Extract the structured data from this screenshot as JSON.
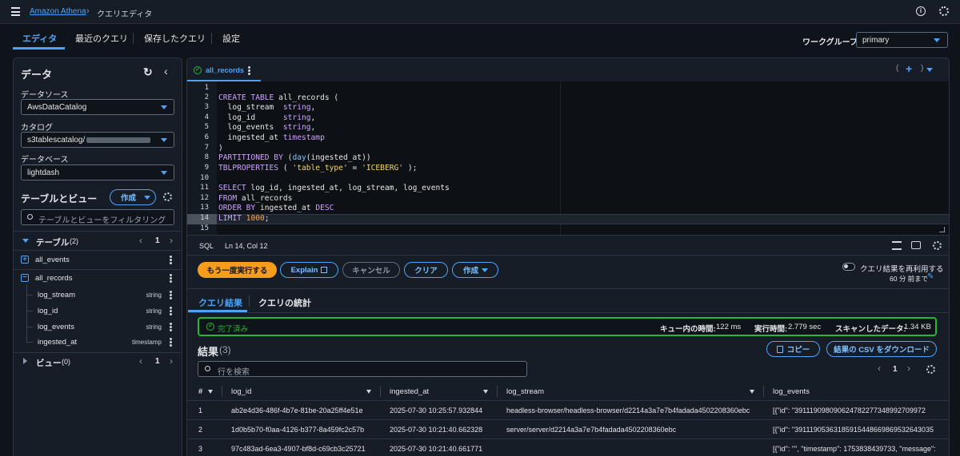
{
  "breadcrumb": {
    "service": "Amazon Athena",
    "page": "クエリエディタ"
  },
  "tabs": [
    "エディタ",
    "最近のクエリ",
    "保存したクエリ",
    "設定"
  ],
  "workgroup": {
    "label": "ワークグループ",
    "value": "primary"
  },
  "data_panel": {
    "title": "データ",
    "datasource_label": "データソース",
    "datasource": "AwsDataCatalog",
    "catalog_label": "カタログ",
    "catalog": "s3tablescatalog/",
    "database_label": "データベース",
    "database": "lightdash",
    "tables_views_title": "テーブルとビュー",
    "create_label": "作成",
    "filter_placeholder": "テーブルとビューをフィルタリング",
    "tables_label": "テーブル",
    "tables_count": "(2)",
    "tables_page": "1",
    "tables": [
      {
        "name": "all_events"
      },
      {
        "name": "all_records"
      }
    ],
    "columns": [
      {
        "name": "log_stream",
        "type": "string"
      },
      {
        "name": "log_id",
        "type": "string"
      },
      {
        "name": "log_events",
        "type": "string"
      },
      {
        "name": "ingested_at",
        "type": "timestamp"
      }
    ],
    "views_label": "ビュー",
    "views_count": "(0)",
    "views_page": "1"
  },
  "editor": {
    "tab_name": "all_records",
    "lines": [
      "1",
      "2",
      "3",
      "4",
      "5",
      "6",
      "7",
      "8",
      "9",
      "10",
      "11",
      "12",
      "13",
      "14",
      "15"
    ],
    "status_lang": "SQL",
    "status_pos": "Ln 14, Col 12"
  },
  "actions": {
    "run_again": "もう一度実行する",
    "explain": "Explain",
    "cancel": "キャンセル",
    "clear": "クリア",
    "create": "作成",
    "reuse": "クエリ結果を再利用する",
    "reuse_sub": "60 分 前まで"
  },
  "result_tabs": [
    "クエリ結果",
    "クエリの統計"
  ],
  "status": {
    "text": "完了済み",
    "queue_label": "キュー内の時間:",
    "queue_value": "122 ms",
    "exec_label": "実行時間:",
    "exec_value": "2.779 sec",
    "scan_label": "スキャンしたデータ:",
    "scan_value": "1.34 KB"
  },
  "results": {
    "title": "結果",
    "count": "(3)",
    "copy": "コピー",
    "download": "結果の CSV をダウンロード",
    "search_placeholder": "行を検索",
    "page": "1",
    "columns": [
      "#",
      "log_id",
      "ingested_at",
      "log_stream",
      "log_events"
    ],
    "rows": [
      [
        "1",
        "ab2e4d36-486f-4b7e-81be-20a25ff4e51e",
        "2025-07-30 10:25:57.932844",
        "headless-browser/headless-browser/d2214a3a7e7b4fadada4502208360ebc",
        "[{\"id\": \"391119098090624782277348992709972"
      ],
      [
        "2",
        "1d0b5b70-f0aa-4126-b377-8a459fc2c57b",
        "2025-07-30 10:21:40.662328",
        "server/server/d2214a3a7e7b4fadada4502208360ebc",
        "[{\"id\": \"39111905363185915448669869532643035"
      ],
      [
        "3",
        "97c483ad-6ea3-4907-bf8d-c69cb3c25721",
        "2025-07-30 10:21:40.661771",
        "",
        "[{\"id\": \"\", \"timestamp\": 1753838439733, \"message\":"
      ]
    ]
  },
  "colors": {
    "accent": "#4fa3f7",
    "run_button": "#f89c1c",
    "success": "#2bb534"
  }
}
